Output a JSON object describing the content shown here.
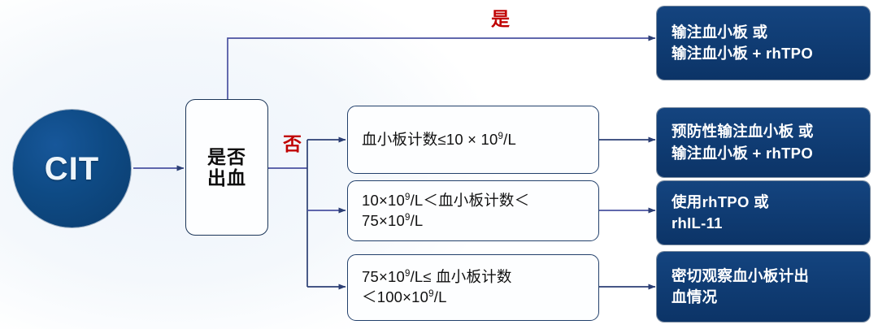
{
  "diagram": {
    "title": "CIT bleeding management flowchart",
    "colors": {
      "primary_navy": "#0f3b72",
      "circle_navy": "#0e4a84",
      "box_border": "#22406b",
      "connector": "#3b4a8c",
      "label_red": "#c00000",
      "background": "#ffffff"
    },
    "start": {
      "label": "CIT"
    },
    "decision": {
      "line1": "是否",
      "line2": "出血"
    },
    "branch_labels": {
      "yes": "是",
      "no": "否"
    },
    "conditions": [
      {
        "id": "cond-1",
        "line1_pre": "血小板计数≤10 × 10",
        "line1_sup": "9",
        "line1_post": "/L",
        "line2_pre": "",
        "line2_sup": "",
        "line2_post": ""
      },
      {
        "id": "cond-2",
        "line1_pre": "10×10",
        "line1_sup": "9",
        "line1_post": "/L＜血小板计数＜",
        "line2_pre": "75×10",
        "line2_sup": "9",
        "line2_post": "/L"
      },
      {
        "id": "cond-3",
        "line1_pre": "75×10",
        "line1_sup": "9",
        "line1_post": "/L≤ 血小板计数",
        "line2_pre": "＜100×10",
        "line2_sup": "9",
        "line2_post": "/L"
      }
    ],
    "outcomes": [
      {
        "id": "out-1",
        "line1": "输注血小板 或",
        "line2": "输注血小板 + rhTPO"
      },
      {
        "id": "out-2",
        "line1": "预防性输注血小板 或",
        "line2": "输注血小板 + rhTPO"
      },
      {
        "id": "out-3",
        "line1": "使用rhTPO  或",
        "line2": " rhIL-11"
      },
      {
        "id": "out-4",
        "line1": "密切观察血小板计出",
        "line2": "血情况"
      }
    ]
  }
}
